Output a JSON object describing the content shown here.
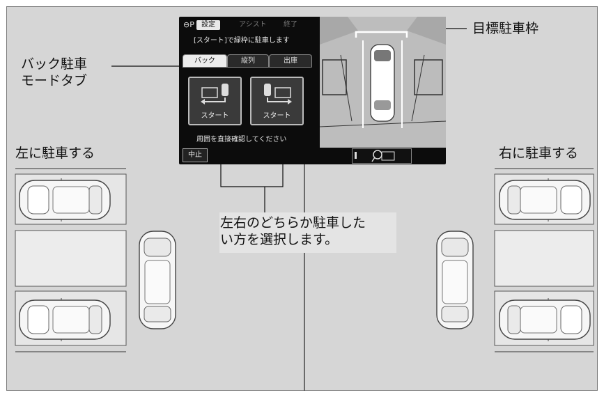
{
  "labels": {
    "back_parking_tab": "バック駐車\nモードタブ",
    "target_frame": "目標駐車枠",
    "park_left": "左に駐車する",
    "park_right": "右に駐車する",
    "caption": "左右のどちらか駐車した\nい方を選択します。"
  },
  "screen": {
    "header_pill": "設定",
    "header_assist": "アシスト",
    "header_end": "終了",
    "instruction": "[スタート]で緑枠に駐車します",
    "tabs": [
      "バック",
      "縦列",
      "出庫"
    ],
    "start_left": "スタート",
    "start_right": "スタート",
    "warning": "周囲を直接確認してください",
    "stop": "中止"
  },
  "colors": {
    "background": "#d6d6d6",
    "screen": "#0c0c0c",
    "caption_box": "#e4e4e4"
  }
}
